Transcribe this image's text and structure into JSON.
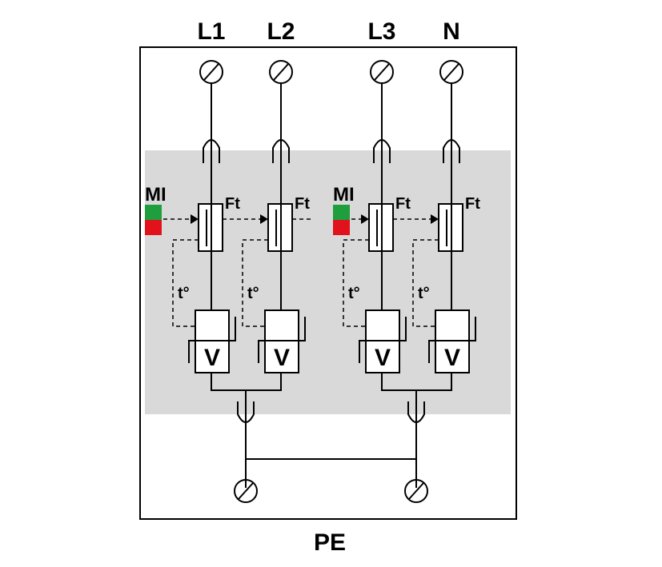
{
  "terminals": {
    "top": [
      "L1",
      "L2",
      "L3",
      "N"
    ],
    "bottom": "PE"
  },
  "modules": [
    {
      "indicator_label": "MI",
      "indicator_colors": [
        "#1e9e3c",
        "#e1121b"
      ],
      "channels": [
        {
          "fuse_label": "Ft",
          "thermal_label": "t°",
          "varistor_label": "V"
        },
        {
          "fuse_label": "Ft",
          "thermal_label": "t°",
          "varistor_label": "V"
        }
      ]
    },
    {
      "indicator_label": "MI",
      "indicator_colors": [
        "#1e9e3c",
        "#e1121b"
      ],
      "channels": [
        {
          "fuse_label": "Ft",
          "thermal_label": "t°",
          "varistor_label": "V"
        },
        {
          "fuse_label": "Ft",
          "thermal_label": "t°",
          "varistor_label": "V"
        }
      ]
    }
  ],
  "colors": {
    "module_fill": "#d9d9d9",
    "indicator_ok": "#1e9e3c",
    "indicator_fault": "#e1121b"
  }
}
